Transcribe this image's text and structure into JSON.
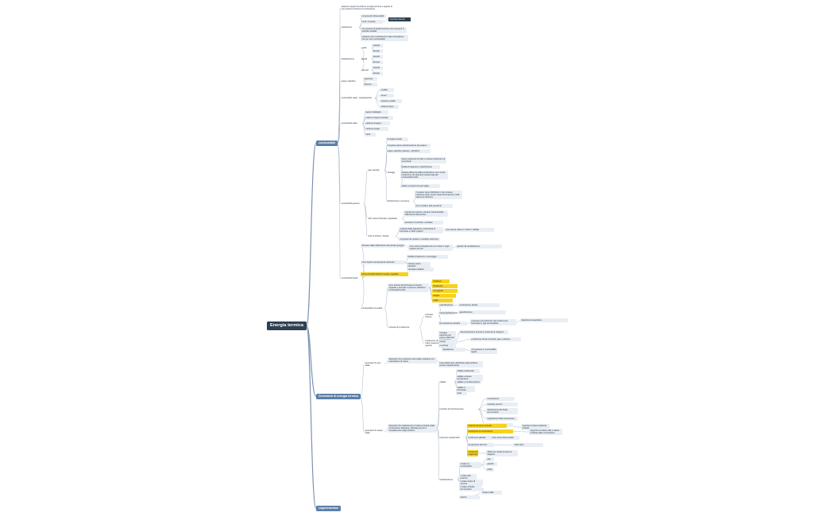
{
  "root": "Energia termica",
  "main": {
    "combustibili": "combustibili",
    "generatori": "Generatori di energia termica",
    "cogenerazione": "cogenerazione"
  },
  "nodes": {
    "intro": "sostanze capaci di produrre energia termica a seguito di una reazione chimica di combustione",
    "costituzione": "costituzione",
    "cost_1": "componenti infiammabili",
    "cost_2": "inerti / impurità",
    "cost_tag": "impurità presenti",
    "cost_3": "nei processi di trasformazione sono presenti in quantità variabili",
    "cost_4": "sostanze che contribuiscono alla combustione ma non sono combustibili",
    "classificazione": "classificazione",
    "cl_solidi": "solidi",
    "cl_s1": "naturali",
    "cl_s2": "derivati",
    "cl_liquidi": "liquidi",
    "cl_l1": "naturali",
    "cl_l2": "derivati",
    "cl_gassosi": "gassosi",
    "cl_g1": "naturali",
    "cl_g2": "derivati",
    "potere": "potere calorifico",
    "pot_1": "superiore",
    "pot_2": "inferiore",
    "solidi_caratt": "combustibili solidi - caratteristiche",
    "sc_1": "umidità",
    "sc_2": "ceneri",
    "sc_3": "sostanze volatili",
    "sc_4": "carbonio fisso",
    "solidi": "combustibili solidi",
    "so_1": "legna di latifoglie",
    "so_2": "pellet di origine forestale",
    "so_3": "carbone di legna",
    "so_4": "carbone fossile",
    "so_5": "torba",
    "gassosi": "combustibili gassosi",
    "gas_metano": "gas naturale",
    "gm_1": "di origine fossile",
    "gm_2": "composto quasi esclusivamente da metano",
    "gm_3": "potere calorifico inferiore ~35 MJ/m³",
    "gm_vantaggi": "vantaggi",
    "gv_1": "basso contenuto di zolfo e scarsa produzione di incombusti",
    "gv_2": "facilità di trasporto e distribuzione",
    "gv_3": "elevata efficienza della combustione con minore produzione di inquinanti rispetto agli altri combustibili fossili",
    "gv_4": "adatto a impianti di ogni taglia",
    "gm_distrib": "distribuzione in tensione",
    "gd_1": "il metano viene distribuito in reti a bassa pressione dopo essere stato decompresso nelle cabine di riduzione",
    "gd_2": "reti a media e alta pressione",
    "gpl": "GPL (Gas di Petrolio Liquefatto)",
    "gpl_1": "miscela di propano e butano ottenuta dalla raffinazione del petrolio",
    "gpl_2": "stoccato in bombole o serbatoi",
    "biogas": "Gas di sintesi o biogas",
    "bg_1": "prodotto dalla digestione anaerobica di biomasse e rifiuti organici",
    "bg_2": "può essere usato in motori o caldaie",
    "bg_3": "composto da metano e anidride carbonica",
    "liquidi": "combustibili liquidi",
    "li_1": "derivano dalla raffinazione del petrolio greggio",
    "li_1a": "sono usati principalmente nei motori e negli impianti termici",
    "li_1b": "gasolio da riscaldamento",
    "li_2": "sono liquidi a temperatura ambiente",
    "li_2a": "facilità di trasporto e stoccaggio",
    "li_2b": "elevato potere calorifico",
    "li_2c": "viscosità variabile",
    "li_y": "biocombustibili liquidi di origine vegetale",
    "rinnovabili": "combustibili rinnovabili",
    "ri_desc": "sono ottenuti da biomassa di origine vegetale o animale e possono sostituire i combustibili fossili",
    "ri_y1": "biodiesel",
    "ri_y2": "bioetanolo",
    "ri_y3": "oli vegetali",
    "ri_y4": "biogas",
    "ri_y5": "pellet",
    "ri_proc": "processi di produzione",
    "rp_chimici": "processi chimici",
    "rpc_1": "esterificazione",
    "rpc_2": "transesterificazione",
    "rpc_3": "fermentazione alcolica",
    "rp_1": "combustione diretta",
    "rp_2": "gassificazione",
    "rp_2a": "processo termochimico che trasforma la biomassa in gas combustibile",
    "rp_3": "digestione anaerobica",
    "rp_3a": "produzione di biogas da reflui zootecnici e scarti agricoli",
    "rp_3b": "il biogas ottenuto può essere utilizzato per produrre energia elettrica e termica",
    "rp_4": "pirolisi",
    "rp_4a": "decomposizione termica in assenza di ossigeno",
    "rp_4b": "produzione di olio di pirolisi, gas e carbone",
    "rp_5": "liquefazione",
    "rp_5a": "conversione in combustibili liquidi",
    "gen_aria": "generatori di aria calda",
    "ga_desc": "dispositivi che producono aria calda mediante uno scambiatore di calore",
    "ga_1": "l'aria calda viene distribuita negli ambienti tramite canalizzazioni",
    "gen_acqua": "generatori di acqua calda",
    "gq_desc": "dispositivi che trasferiscono il calore prodotto dalla combustione all'acqua, utilizzata poi per il riscaldamento degli ambienti",
    "caldaie": "caldaie",
    "cal_1": "caldaie tradizionali",
    "cal_2": "caldaie a bassa temperatura",
    "cal_3": "caldaie a condensazione",
    "cal_4": "caldaie a biomassa",
    "cal_5": "stufe",
    "principio": "principio di funzionamento",
    "pr_1": "combustione",
    "pr_2": "scambio termico",
    "pr_3": "distribuzione del fluido termovettore",
    "pr_4": "regolazione della temperatura",
    "pr_5": "scarico dei fumi",
    "parametri": "parametri caratteristici",
    "pa_y1": "potenza termica nominale",
    "pa_y1a": "quantità di calore trasferita al fluido",
    "pa_y2": "rendimento di combustione",
    "pa_y2a": "rapporto tra calore utile e calore prodotto dalla combustione",
    "pa_3": "rendimento globale",
    "pa_3a": "tiene conto delle perdite",
    "pa_4": "temperatura dei fumi",
    "pa_4a": "valori tipici",
    "pa_y5": "rendimento stagionale",
    "pa_5a": "efficienza media durante la stagione",
    "classific": "classificazione",
    "clf_1": "in base al combustibile",
    "clf_1a": "gas",
    "clf_1b": "gasolio",
    "clf_1c": "pellet",
    "clf_2": "in base alla potenza",
    "clf_3": "in base al tipo di camera",
    "clf_3a": "camera aperta",
    "clf_3b": "camera stagna",
    "clf_4": "in base al fluido termovettore",
    "clf_4a": "acqua calda",
    "clf_4b": "vapore"
  }
}
